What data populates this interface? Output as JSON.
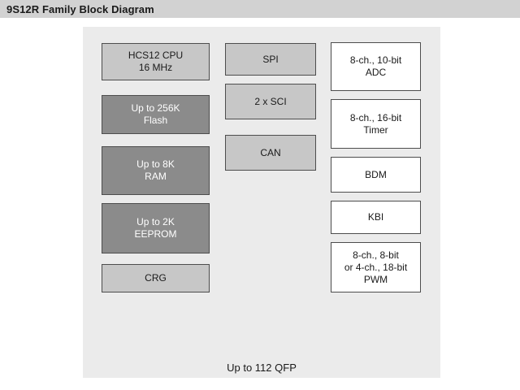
{
  "title_bar": {
    "title": "9S12R Family Block Diagram"
  },
  "diagram": {
    "cpu_column": [
      {
        "id": "hcs12-cpu",
        "label": "HCS12 CPU\n16 MHz",
        "style": "light"
      },
      {
        "id": "flash",
        "label": "Up to 256K\nFlash",
        "style": "dark"
      },
      {
        "id": "ram",
        "label": "Up to 8K\nRAM",
        "style": "dark"
      },
      {
        "id": "eeprom",
        "label": "Up to 2K\nEEPROM",
        "style": "dark"
      },
      {
        "id": "crg",
        "label": "CRG",
        "style": "light"
      }
    ],
    "comm_column": [
      {
        "id": "spi",
        "label": "SPI"
      },
      {
        "id": "sci",
        "label": "2 x SCI"
      },
      {
        "id": "can",
        "label": "CAN"
      }
    ],
    "peripheral_column": [
      {
        "id": "adc",
        "label": "8-ch., 10-bit\nADC"
      },
      {
        "id": "timer",
        "label": "8-ch., 16-bit\nTimer"
      },
      {
        "id": "bdm",
        "label": "BDM"
      },
      {
        "id": "kbi",
        "label": "KBI"
      },
      {
        "id": "pwm",
        "label": "8-ch., 8-bit\nor 4-ch., 18-bit\nPWM"
      }
    ],
    "package_note": "Up to 112 QFP"
  },
  "colors": {
    "title_bar_bg": "#d2d2d2",
    "canvas_bg": "#ebebeb",
    "light_block_bg": "#c7c7c7",
    "dark_block_bg": "#8b8b8b",
    "white_block_bg": "#ffffff",
    "block_border": "#4d4d4d",
    "text_dark": "#1a1a1a",
    "text_light": "#ffffff"
  }
}
